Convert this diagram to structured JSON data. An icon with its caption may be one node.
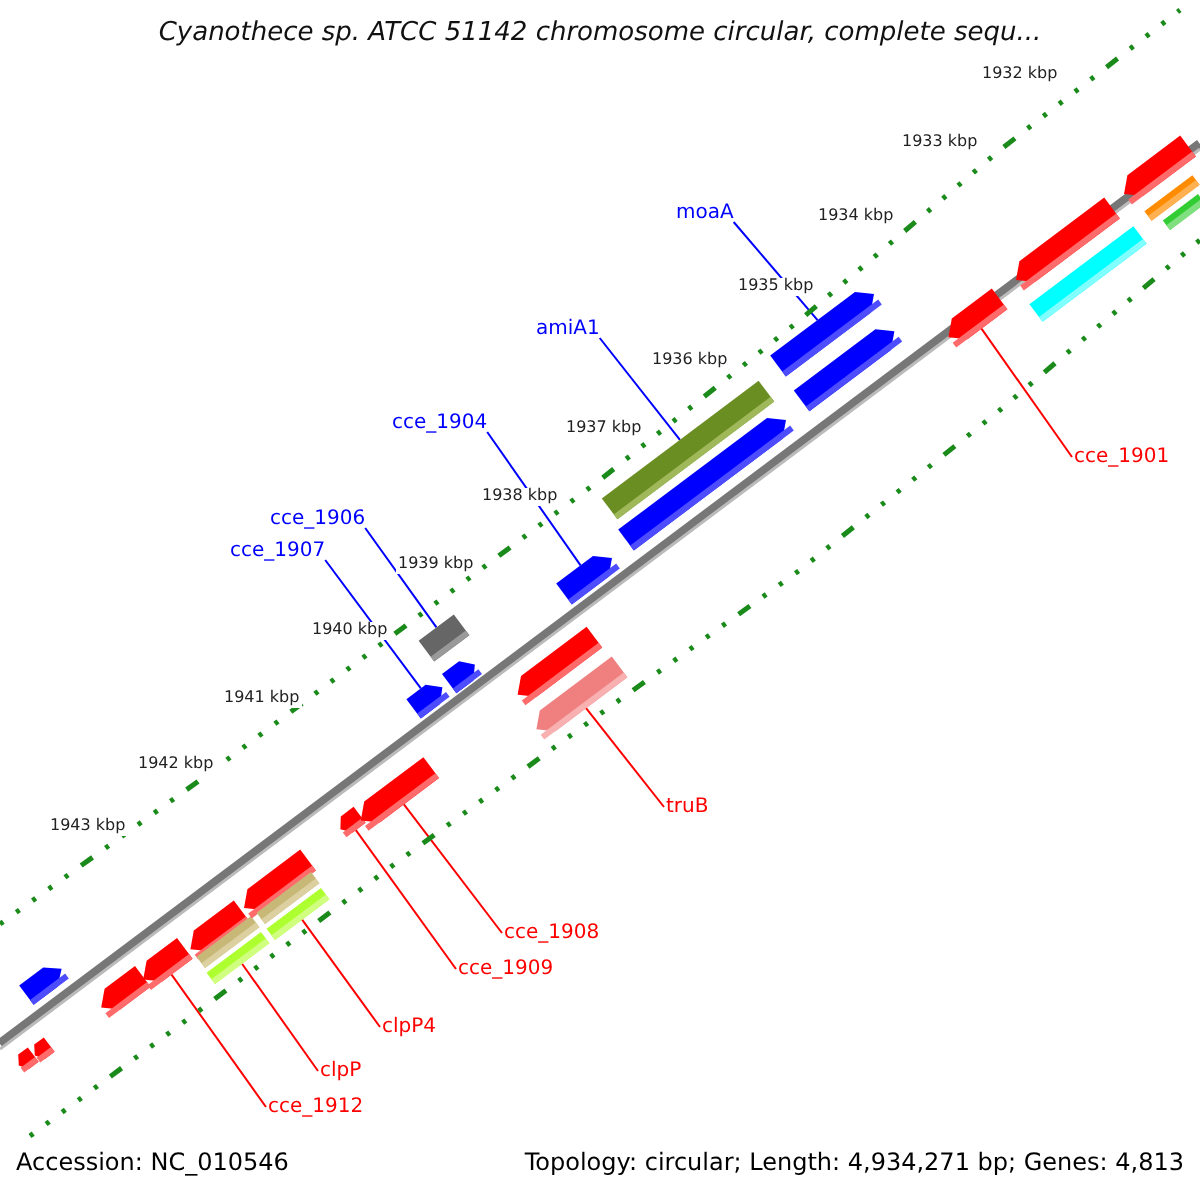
{
  "diagram": {
    "title": "Cyanothece sp. ATCC 51142 chromosome circular, complete sequ...",
    "nodes": [
      {
        "text": [
          "moaA"
        ]
      },
      {
        "text": [
          "amiA1"
        ]
      },
      {
        "text": [
          "cce_1904"
        ]
      },
      {
        "text": [
          "cce_1906"
        ]
      },
      {
        "text": [
          "cce_1907"
        ]
      },
      {
        "text": [
          "cce_1901"
        ]
      },
      {
        "text": [
          "truB"
        ]
      },
      {
        "text": [
          "cce_1908"
        ]
      },
      {
        "text": [
          "cce_1909"
        ]
      },
      {
        "text": [
          "clpP4"
        ]
      },
      {
        "text": [
          "clpP"
        ]
      },
      {
        "text": [
          "cce_1912"
        ]
      },
      {
        "text": [],
        "shape": "arrow"
      },
      {
        "text": [],
        "shape": "arrow"
      },
      {
        "text": [],
        "shape": "arrow"
      },
      {
        "text": [],
        "shape": "arrow"
      },
      {
        "text": [],
        "shape": "arrow"
      },
      {
        "text": [],
        "shape": "arrow"
      },
      {
        "text": [],
        "shape": "bar"
      },
      {
        "text": [],
        "shape": "bar"
      },
      {
        "text": [],
        "shape": "arrow"
      },
      {
        "text": [],
        "shape": "bar"
      },
      {
        "text": [],
        "shape": "bar"
      },
      {
        "text": [],
        "shape": "arrow"
      },
      {
        "text": [],
        "shape": "arrow"
      },
      {
        "text": [],
        "shape": "arrow"
      },
      {
        "text": [],
        "shape": "bar"
      },
      {
        "text": [],
        "shape": "arrow"
      },
      {
        "text": [],
        "shape": "arrow"
      },
      {
        "text": [],
        "shape": "arrow"
      },
      {
        "text": [],
        "shape": "arrow"
      },
      {
        "text": [],
        "shape": "bar"
      },
      {
        "text": [],
        "shape": "arrow"
      },
      {
        "text": [],
        "shape": "arrow"
      },
      {
        "text": [],
        "shape": "arrow"
      },
      {
        "text": [],
        "shape": "arrow"
      },
      {
        "text": [],
        "shape": "arrow"
      },
      {
        "text": [],
        "shape": "bar"
      },
      {
        "text": [],
        "shape": "arrow"
      },
      {
        "text": [],
        "shape": "bar"
      },
      {
        "text": [],
        "shape": "bar"
      }
    ],
    "edges": [
      {
        "from": 0,
        "to": 33,
        "arrow": "none",
        "color": "#0000ff"
      },
      {
        "from": 1,
        "to": 31,
        "arrow": "none",
        "color": "#0000ff"
      },
      {
        "from": 2,
        "to": 30,
        "arrow": "none",
        "color": "#0000ff"
      },
      {
        "from": 3,
        "to": 26,
        "arrow": "none",
        "color": "#0000ff"
      },
      {
        "from": 4,
        "to": 25,
        "arrow": "none",
        "color": "#0000ff"
      },
      {
        "from": 5,
        "to": 35,
        "arrow": "none"
      },
      {
        "from": 6,
        "to": 29,
        "arrow": "none"
      },
      {
        "from": 7,
        "to": 24,
        "arrow": "none"
      },
      {
        "from": 8,
        "to": 23,
        "arrow": "none"
      },
      {
        "from": 9,
        "to": 22,
        "arrow": "none"
      },
      {
        "from": 10,
        "to": 19,
        "arrow": "none"
      },
      {
        "from": 11,
        "to": 16,
        "arrow": "none"
      }
    ],
    "labels": [
      "1932 kbp",
      "1933 kbp",
      "1934 kbp",
      "1935 kbp",
      "1936 kbp",
      "1937 kbp",
      "1938 kbp",
      "1939 kbp",
      "1940 kbp",
      "1941 kbp",
      "1942 kbp",
      "1943 kbp",
      "Accession: NC_010546",
      "Topology: circular; Length: 4,934,271 bp; Genes: 4,813"
    ]
  }
}
